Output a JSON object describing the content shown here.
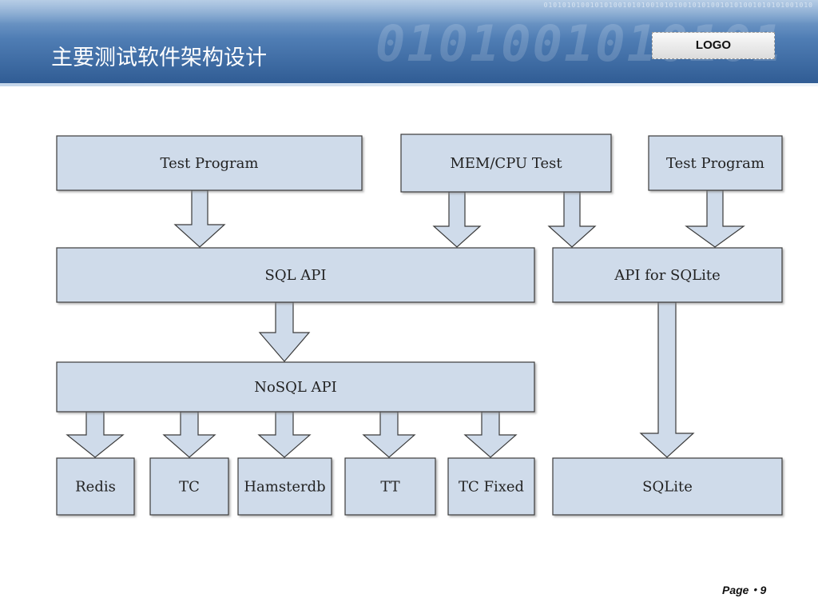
{
  "header": {
    "title": "主要测试软件架构设计",
    "logo": "LOGO"
  },
  "diagram": {
    "nodes": {
      "test_program_1": "Test Program",
      "mem_cpu_test": "MEM/CPU Test",
      "test_program_2": "Test Program",
      "sql_api": "SQL API",
      "api_for_sqlite": "API for SQLite",
      "nosql_api": "NoSQL API",
      "redis": "Redis",
      "tc": "TC",
      "hamsterdb": "Hamsterdb",
      "tt": "TT",
      "tc_fixed": "TC Fixed",
      "sqlite": "SQLite"
    },
    "edges": [
      {
        "from": "Test Program",
        "to": "SQL API"
      },
      {
        "from": "MEM/CPU Test",
        "to": "SQL API"
      },
      {
        "from": "MEM/CPU Test",
        "to": "API for SQLite"
      },
      {
        "from": "Test Program",
        "to": "API for SQLite"
      },
      {
        "from": "SQL API",
        "to": "NoSQL API"
      },
      {
        "from": "NoSQL API",
        "to": "Redis"
      },
      {
        "from": "NoSQL API",
        "to": "TC"
      },
      {
        "from": "NoSQL API",
        "to": "Hamsterdb"
      },
      {
        "from": "NoSQL API",
        "to": "TT"
      },
      {
        "from": "NoSQL API",
        "to": "TC Fixed"
      },
      {
        "from": "API for SQLite",
        "to": "SQLite"
      }
    ],
    "colors": {
      "box_fill": "#cfdbea",
      "box_stroke": "#3a3a3a",
      "arrow_fill": "#cfdbea"
    }
  },
  "footer": {
    "page_label": "Page・9"
  }
}
